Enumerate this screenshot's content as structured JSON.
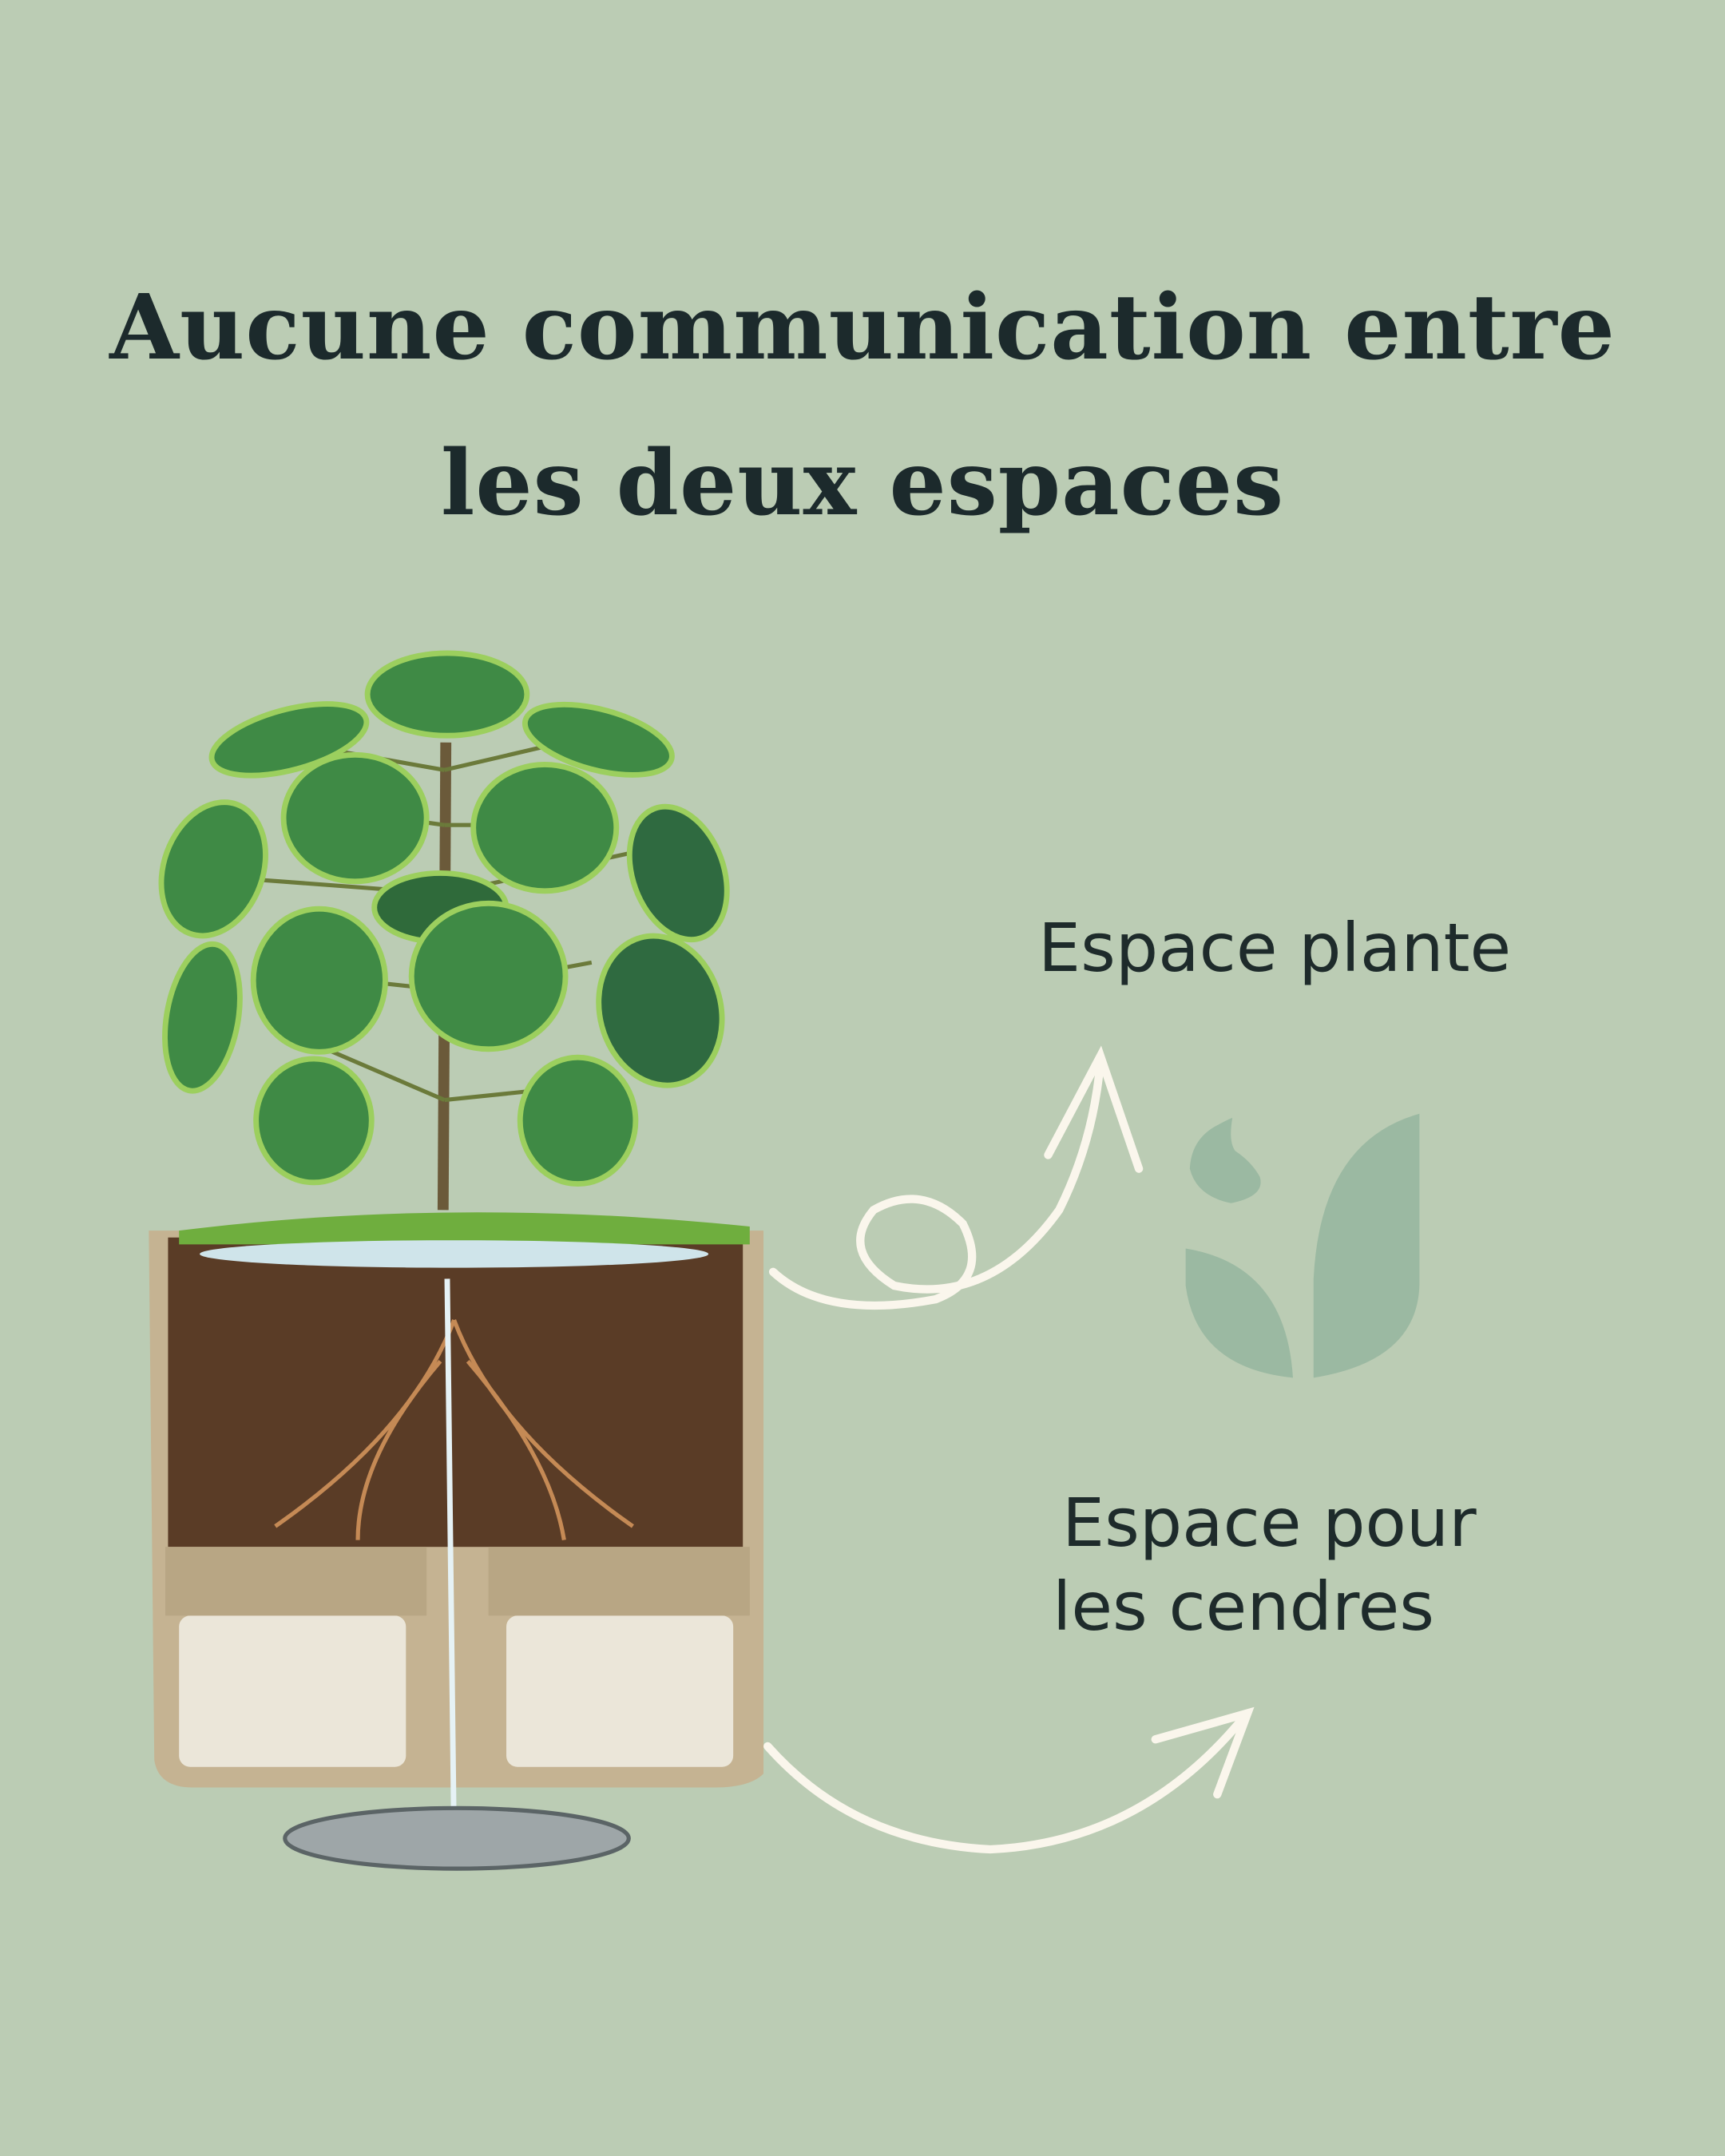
{
  "title": {
    "line1": "Aucune communication entre",
    "line2": "les deux espaces"
  },
  "labels": {
    "plant_space": "Espace plante",
    "ash_space_line1": "Espace pour",
    "ash_space_line2": "les cendres"
  },
  "colors": {
    "background": "#bbccb4",
    "text": "#1e2b2b",
    "logo": "#9bb9a2",
    "arrow": "#faf6ec"
  }
}
